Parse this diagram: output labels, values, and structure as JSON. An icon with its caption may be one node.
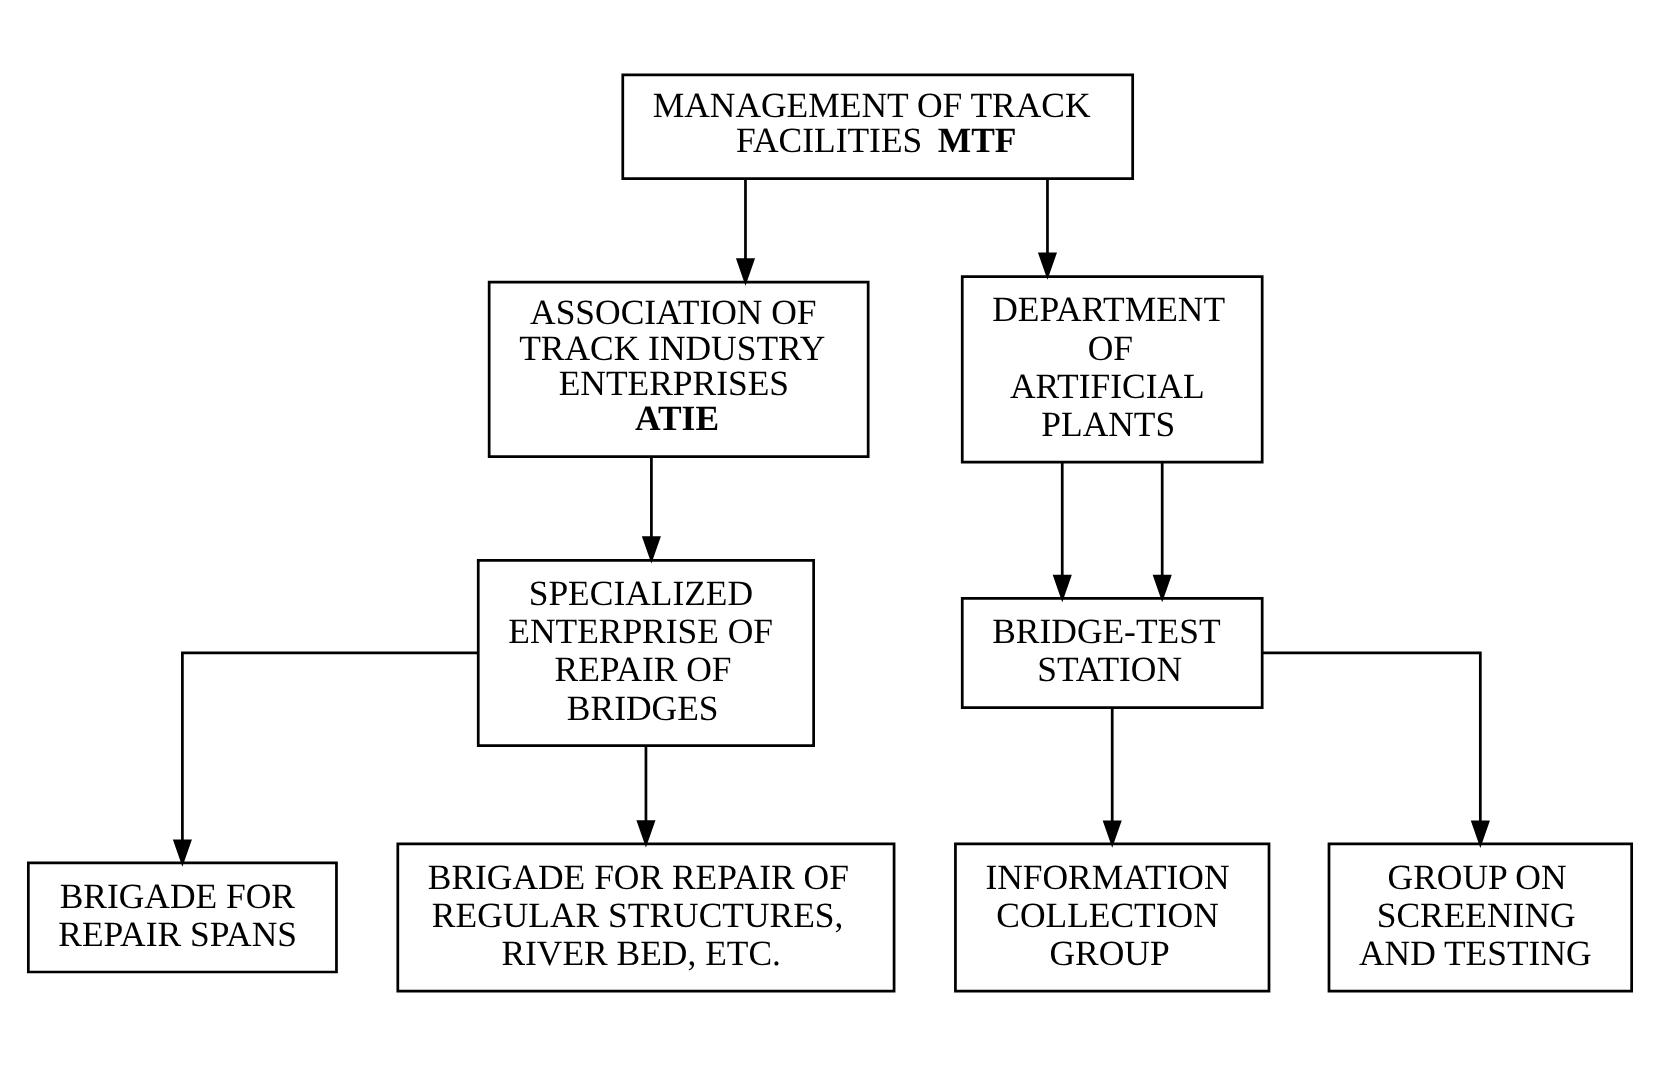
{
  "diagram": {
    "nodes": [
      {
        "text": [
          "MANAGEMENT OF TRACK FACILITIES **MTF**"
        ]
      },
      {
        "text": [
          "ASSOCIATION OF TRACK INDUSTRY ENTERPRISES **ATIE**"
        ]
      },
      {
        "text": [
          "DEPARTMENT OF ARTIFICIAL PLANTS"
        ]
      },
      {
        "text": [
          "SPECIALIZED ENTERPRISE OF REPAIR OF BRIDGES"
        ]
      },
      {
        "text": [
          "BRIDGE-TEST STATION"
        ]
      },
      {
        "text": [
          "BRIGADE FOR REPAIR SPANS"
        ]
      },
      {
        "text": [
          "BRIGADE FOR REPAIR OF REGULAR STRUCTURES, RIVER BED, ETC."
        ]
      },
      {
        "text": [
          "INFORMATION COLLECTION GROUP"
        ]
      },
      {
        "text": [
          "GROUP ON SCREENING AND TESTING"
        ]
      }
    ],
    "edges": [
      {
        "from": 0,
        "to": 1,
        "arrow": "to"
      },
      {
        "from": 0,
        "to": 2,
        "arrow": "to"
      },
      {
        "from": 1,
        "to": 3,
        "arrow": "to"
      },
      {
        "from": 2,
        "to": 4,
        "arrow": "to"
      },
      {
        "from": 2,
        "to": 4,
        "arrow": "to"
      },
      {
        "from": 3,
        "to": 5,
        "arrow": "to"
      },
      {
        "from": 3,
        "to": 6,
        "arrow": "to"
      },
      {
        "from": 4,
        "to": 7,
        "arrow": "to"
      },
      {
        "from": 4,
        "to": 8,
        "arrow": "to"
      }
    ]
  }
}
